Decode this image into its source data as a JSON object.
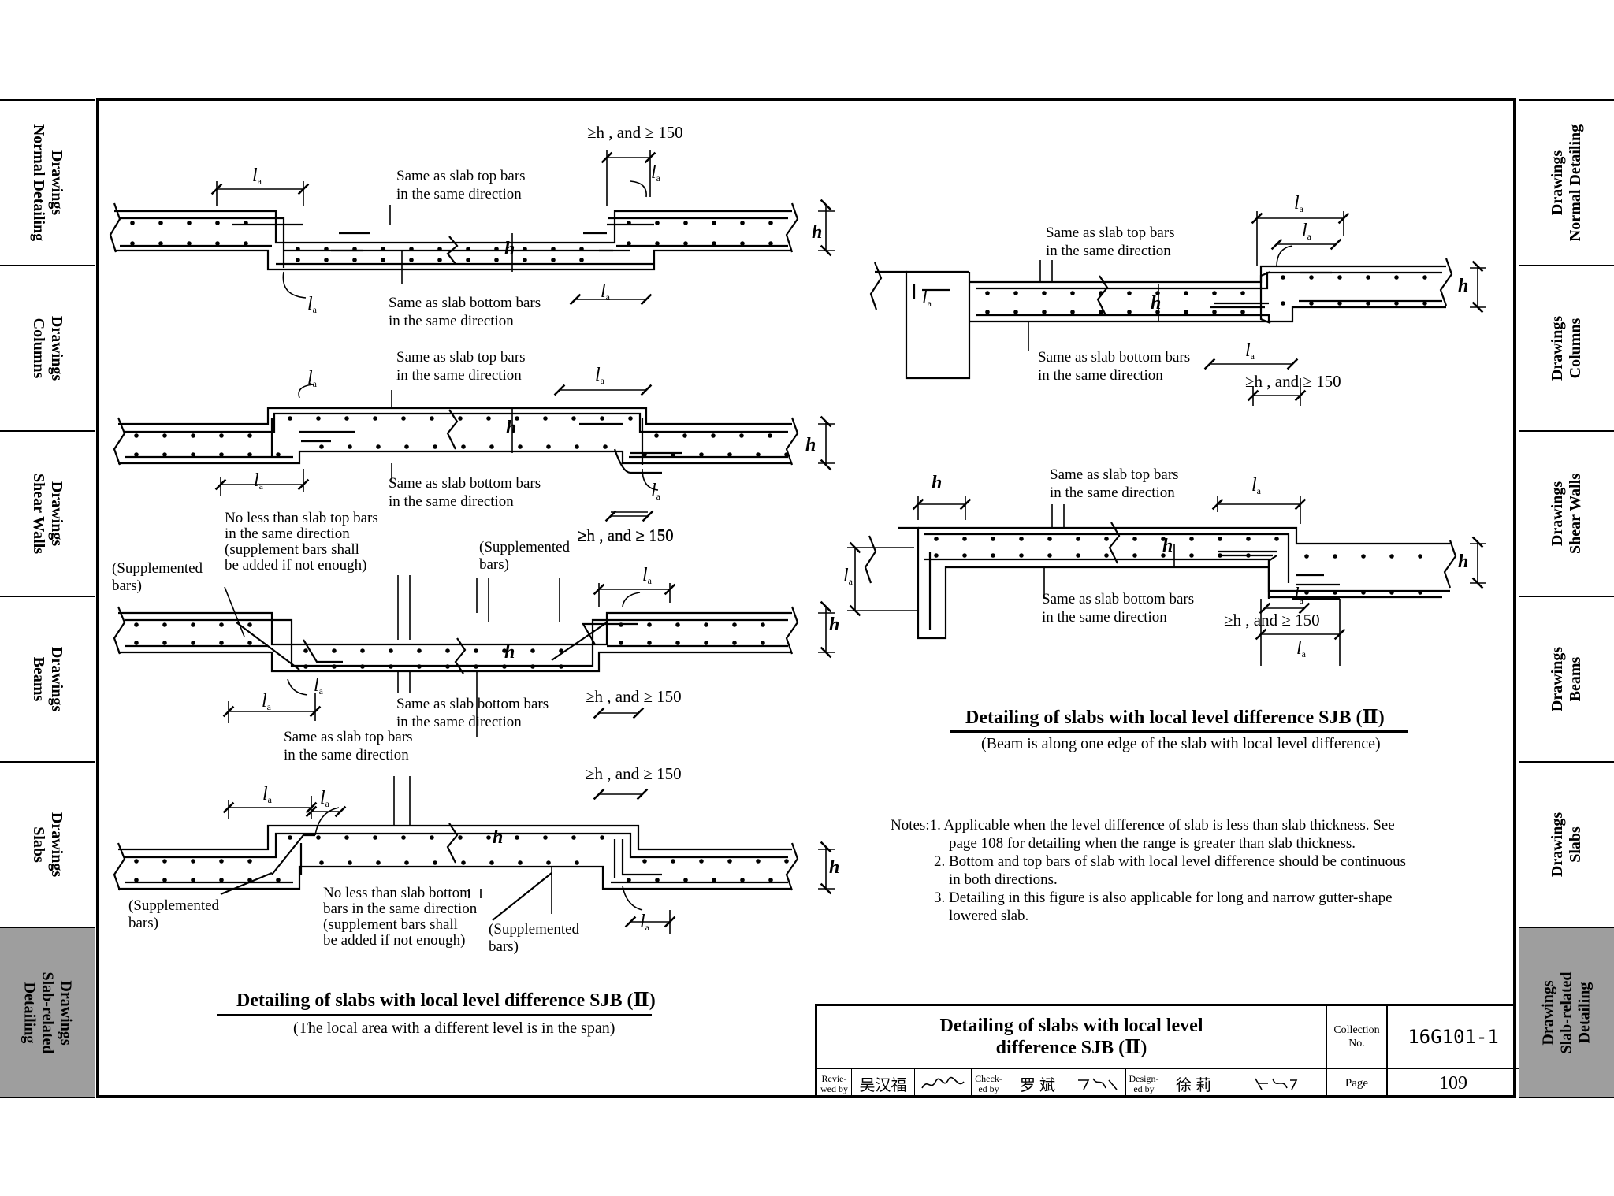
{
  "left_tabs": [
    {
      "line1": "Drawings",
      "line2": "Normal Detailing",
      "line3": ""
    },
    {
      "line1": "Drawings",
      "line2": "Columns",
      "line3": ""
    },
    {
      "line1": "Drawings",
      "line2": "Shear Walls",
      "line3": ""
    },
    {
      "line1": "Drawings",
      "line2": "Beams",
      "line3": ""
    },
    {
      "line1": "Drawings",
      "line2": "Slabs",
      "line3": ""
    },
    {
      "line1": "Drawings",
      "line2": "Slab-related",
      "line3": "Detailing"
    }
  ],
  "right_tabs": [
    {
      "line1": "Drawings",
      "line2": "Normal Detailing",
      "line3": ""
    },
    {
      "line1": "Drawings",
      "line2": "Columns",
      "line3": ""
    },
    {
      "line1": "Drawings",
      "line2": "Shear Walls",
      "line3": ""
    },
    {
      "line1": "Drawings",
      "line2": "Beams",
      "line3": ""
    },
    {
      "line1": "Drawings",
      "line2": "Slabs",
      "line3": ""
    },
    {
      "line1": "Drawings",
      "line2": "Slab-related",
      "line3": "Detailing"
    }
  ],
  "annotations": {
    "same_top": "Same as slab top bars",
    "same_bottom": "Same as slab bottom bars",
    "same_dir": "in the same direction",
    "ge_h": "≥h , and ≥ 150",
    "h": "h",
    "la": "l",
    "no_less_top_1": "No less than slab top bars",
    "no_less_top_2": "in the same direction",
    "no_less_top_3": "(supplement bars shall",
    "no_less_top_4": "be added if not enough)",
    "no_less_bot_1": "No less than slab bottom",
    "no_less_bot_2": "bars in the same direction",
    "no_less_bot_3": "(supplement bars shall",
    "no_less_bot_4": "be added if not enough)",
    "supp_1": "(Supplemented",
    "supp_2": "bars)"
  },
  "left_title": "Detailing of slabs with local level difference SJB (Ⅱ)",
  "left_subtitle": "(The local area with a different level is in the span)",
  "right_title": "Detailing of slabs with local level difference SJB (Ⅱ)",
  "right_subtitle": "(Beam is along one edge of the slab with local level difference)",
  "notes": [
    "Notes:1. Applicable when the level difference of slab is less than slab thickness. See",
    "page 108 for detailing when the range is greater than slab thickness.",
    "2. Bottom and top bars of slab with local level difference should be continuous",
    "in both directions.",
    "3. Detailing in this figure is also applicable for long and narrow gutter-shape",
    "lowered slab."
  ],
  "title_block": {
    "title_line1": "Detailing of slabs with local level",
    "title_line2": "difference SJB (Ⅱ)",
    "collection_label_1": "Collection",
    "collection_label_2": "No.",
    "collection_no": "16G101-1",
    "reviewed_label_1": "Revie-",
    "reviewed_label_2": "wed by",
    "reviewer": "吴汉福",
    "checked_label_1": "Check-",
    "checked_label_2": "ed by",
    "checker": "罗  斌",
    "designed_label_1": "Design-",
    "designed_label_2": "ed by",
    "designer": "徐  莉",
    "page_label": "Page",
    "page_no": "109"
  }
}
